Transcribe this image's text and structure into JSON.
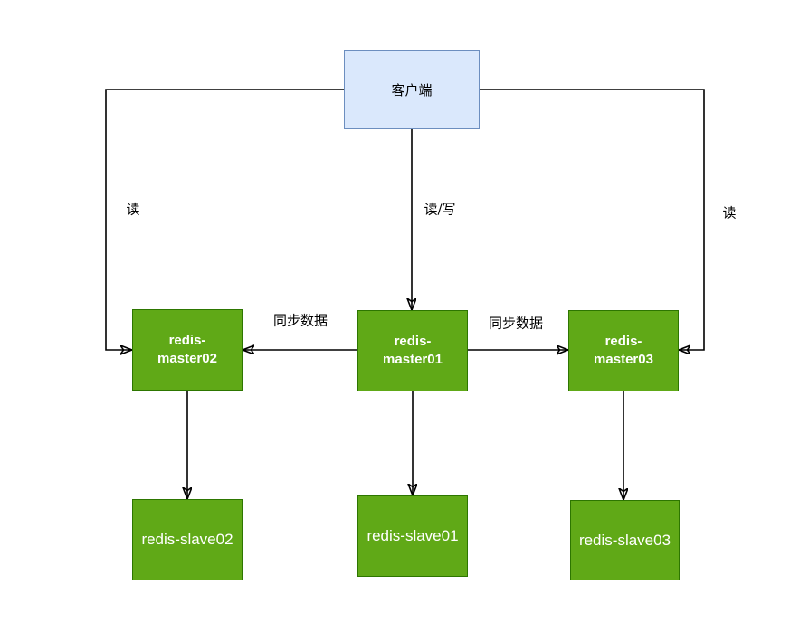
{
  "diagram": {
    "title": "",
    "colors": {
      "background": "#ffffff",
      "client_fill": "#dae8fc",
      "client_border": "#6c8ebf",
      "node_fill": "#60a917",
      "node_border": "#2d7600",
      "node_text": "#ffffff",
      "edge_color": "#000000",
      "label_text": "#000000"
    },
    "nodes": {
      "client": {
        "label": "客户端"
      },
      "master01": {
        "label": "redis-master01"
      },
      "master02": {
        "label": "redis-master02"
      },
      "master03": {
        "label": "redis-master03"
      },
      "slave01": {
        "label": "redis-slave01"
      },
      "slave02": {
        "label": "redis-slave02"
      },
      "slave03": {
        "label": "redis-slave03"
      }
    },
    "edge_labels": {
      "read_left": "读",
      "read_write": "读/写",
      "read_right": "读",
      "sync_left": "同步数据",
      "sync_right": "同步数据"
    },
    "edges": [
      {
        "from": "client",
        "to": "master02",
        "label": "读",
        "direction": "arrow-into-master02-left"
      },
      {
        "from": "client",
        "to": "master01",
        "label": "读/写",
        "direction": "arrow-into-master01-top"
      },
      {
        "from": "client",
        "to": "master03",
        "label": "读",
        "direction": "arrow-into-master03-right"
      },
      {
        "from": "master01",
        "to": "master02",
        "label": "同步数据",
        "direction": "arrow-into-master02-right"
      },
      {
        "from": "master01",
        "to": "master03",
        "label": "同步数据",
        "direction": "arrow-into-master03-left"
      },
      {
        "from": "master02",
        "to": "slave02",
        "label": "",
        "direction": "arrow-into-slave02-top"
      },
      {
        "from": "master01",
        "to": "slave01",
        "label": "",
        "direction": "arrow-into-slave01-top"
      },
      {
        "from": "master03",
        "to": "slave03",
        "label": "",
        "direction": "arrow-into-slave03-top"
      }
    ]
  }
}
